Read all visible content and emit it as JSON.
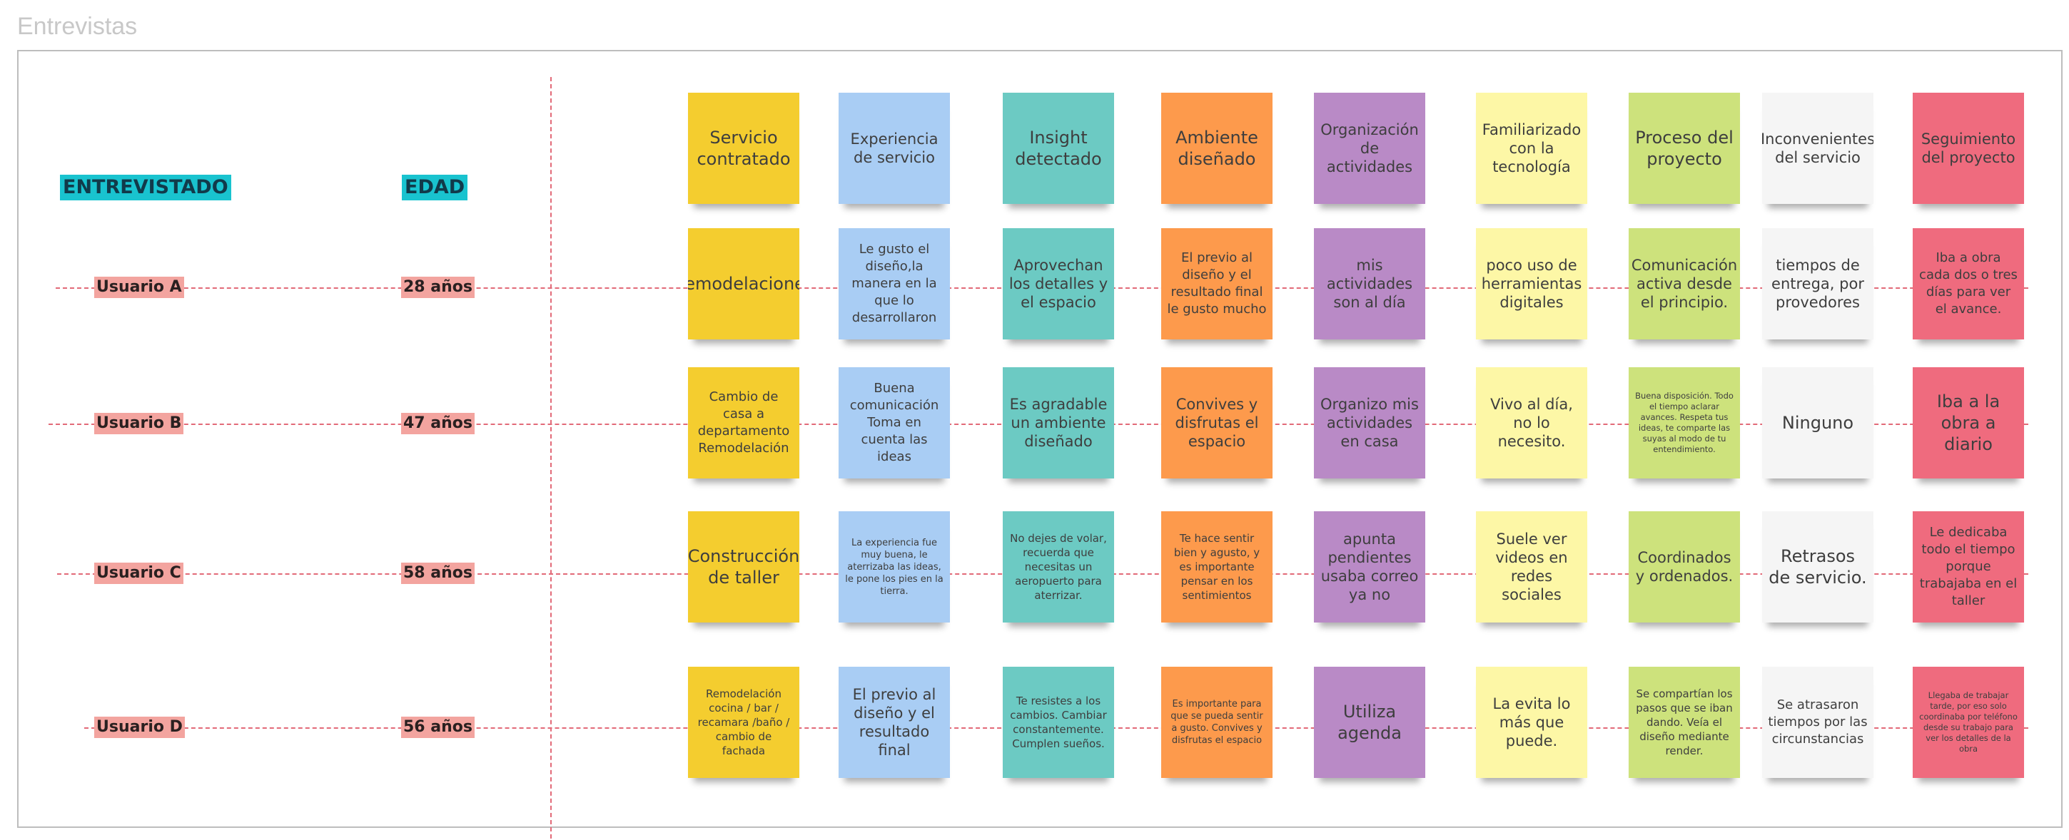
{
  "board": {
    "title": "Entrevistas"
  },
  "headers": {
    "entrevistado": "ENTREVISTADO",
    "edad": "EDAD"
  },
  "colors": {
    "yellow": "#f4cd2f",
    "blue": "#a9cdf4",
    "teal": "#6ccac3",
    "orange": "#fd9a4c",
    "purple": "#b98ac6",
    "lightyellow": "#fdf7a6",
    "lime": "#cde27c",
    "white": "#f5f5f5",
    "pink": "#ef6b7e",
    "connector": "#e26a78",
    "headerTag": "#19c3cf",
    "userTag": "#f3a49f"
  },
  "categories": [
    "Servicio contratado",
    "Experiencia de servicio",
    "Insight detectado",
    "Ambiente diseñado",
    "Organización de actividades",
    "Familiarizado con la tecnología",
    "Proceso del proyecto",
    "Inconvenientes del servicio",
    "Seguimiento del proyecto"
  ],
  "users": [
    {
      "name": "Usuario A",
      "age": "28 años",
      "answers": [
        "Remodelaciones",
        "Le gusto el diseño,la manera en la que lo desarrollaron",
        "Aprovechan los detalles y el espacio",
        "El previo al diseño y el resultado final le gusto mucho",
        "mis actividades son al día",
        "poco uso de herramientas digitales",
        "Comunicación activa desde el principio.",
        "tiempos de entrega, por provedores",
        "Iba a obra cada dos o tres días para ver el avance."
      ]
    },
    {
      "name": "Usuario B",
      "age": "47 años",
      "answers": [
        "Cambio de casa a departamento Remodelación",
        "Buena comunicación Toma en cuenta las ideas",
        "Es agradable un ambiente diseñado",
        "Convives y disfrutas el espacio",
        "Organizo mis actividades en casa",
        "Vivo al día, no lo necesito.",
        "Buena disposición. Todo el tiempo aclarar avances. Respeta tus ideas, te comparte las suyas al modo de tu entendimiento.",
        "Ninguno",
        "Iba a la obra a diario"
      ]
    },
    {
      "name": "Usuario C",
      "age": "58 años",
      "answers": [
        "Construcción de taller",
        "La experiencia fue muy buena, le aterrizaba las ideas, le pone los pies en la tierra.",
        "No dejes de volar, recuerda que necesitas un aeropuerto para aterrizar.",
        "Te hace sentir bien y agusto, y es importante pensar en los sentimientos",
        "apunta pendientes usaba correo ya no",
        "Suele ver videos en redes sociales",
        "Coordinados y ordenados.",
        "Retrasos de servicio.",
        "Le dedicaba todo el tiempo porque trabajaba en el taller"
      ]
    },
    {
      "name": "Usuario D",
      "age": "56 años",
      "answers": [
        "Remodelación cocina / bar / recamara /baño / cambio de fachada",
        "El previo al diseño y el resultado final",
        "Te resistes a los cambios. Cambiar constantemente. Cumplen sueños.",
        "Es importante para que se pueda sentir a gusto. Convives y disfrutas el espacio",
        "Utiliza agenda",
        "La evita lo más que puede.",
        "Se compartían los pasos que se iban dando. Veía el diseño mediante render.",
        "Se atrasaron tiempos por las circunstancias",
        "Llegaba de trabajar tarde, por eso solo coordinaba por teléfono desde su trabajo para ver los detalles de la obra"
      ]
    }
  ]
}
